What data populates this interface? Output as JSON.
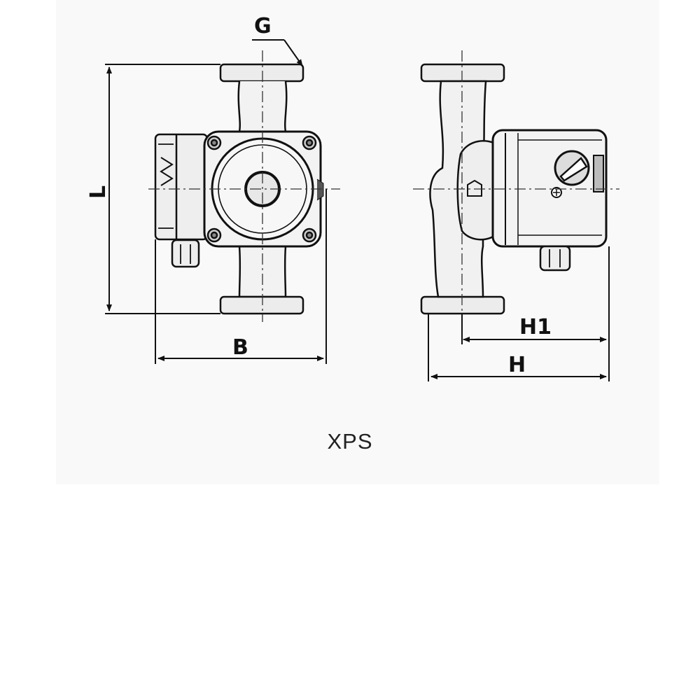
{
  "figure": {
    "caption": "XPS",
    "dimensions": {
      "G": "G",
      "L": "L",
      "B": "B",
      "H1": "H1",
      "H": "H"
    }
  }
}
